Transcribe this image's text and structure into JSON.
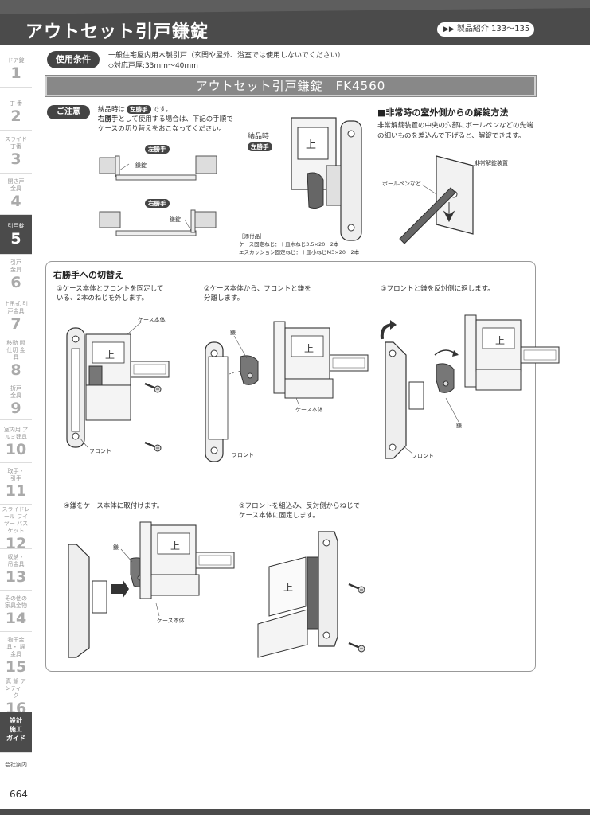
{
  "header": {
    "title": "アウトセット引戸鎌錠",
    "link": "製品紹介 133〜135"
  },
  "sidebar": {
    "items": [
      {
        "label": "ドア錠",
        "num": "1"
      },
      {
        "label": "丁 番",
        "num": "2"
      },
      {
        "label": "スライド 丁番",
        "num": "3"
      },
      {
        "label": "開き戸 金具",
        "num": "4"
      },
      {
        "label": "引戸錠",
        "num": "5"
      },
      {
        "label": "引戸 金具",
        "num": "6"
      },
      {
        "label": "上吊式 引戸金具",
        "num": "7"
      },
      {
        "label": "移動 間仕切 金具",
        "num": "8"
      },
      {
        "label": "折戸 金具",
        "num": "9"
      },
      {
        "label": "室内用 アルミ建具",
        "num": "10"
      },
      {
        "label": "取手・ 引手",
        "num": "11"
      },
      {
        "label": "スライドレール ワイヤー バスケット",
        "num": "12"
      },
      {
        "label": "収納・ 吊金具",
        "num": "13"
      },
      {
        "label": "その他の 家具金物",
        "num": "14"
      },
      {
        "label": "物干金具・ 謡金具",
        "num": "15"
      },
      {
        "label": "真 鍮 アンティーク",
        "num": "16"
      }
    ],
    "design_label": "設計 施工 ガイド",
    "company_label": "会社案内"
  },
  "page_number": "664",
  "conditions": {
    "badge": "使用条件",
    "line1": "一般住宅屋内用木製引戸（玄関や屋外、浴室では使用しないでください）",
    "line2": "◇対応戸厚:33mm〜40mm"
  },
  "product_bar": "アウトセット引戸鎌錠　FK4560",
  "caution": {
    "badge": "ご注意",
    "line1_a": "納品時は",
    "line1_pill": "左勝手",
    "line1_b": "です。",
    "line2_bold": "右勝手",
    "line2_rest": "として使用する場合は、下記の手順で",
    "line3": "ケースの切り替えをおこなってください。",
    "left_pill": "左勝手",
    "right_pill": "右勝手",
    "label_lock": "鎌錠",
    "delivery_label": "納品時",
    "delivery_pill": "左勝手",
    "accessories_title": "［添付品］",
    "accessories_1": "ケース固定ねじ：＋皿木ねじ3.5×20　2本",
    "accessories_2": "エスカッション固定ねじ：＋皿小ねじM3×20　2本"
  },
  "emergency": {
    "title": "■非常時の室外側からの解錠方法",
    "text": "非常解錠装置の中央の穴部にボールペンなどの先端の細いものを差込んで下げると、解錠できます。",
    "label_device": "非常解錠装置",
    "label_pen": "ボールペンなど"
  },
  "switch": {
    "title": "右勝手への切替え",
    "step1": "①ケース本体とフロントを固定して　 いる、2本のねじを外します。",
    "step2": "②ケース本体から、フロントと鎌を　 分離します。",
    "step3": "③フロントと鎌を反対側に返します。",
    "step4": "④鎌をケース本体に取付けます。",
    "step5": "⑤フロントを組込み、反対側からねじで　 ケース本体に固定します。",
    "label_case": "ケース本体",
    "label_front": "フロント",
    "label_kama": "鎌",
    "label_up": "上"
  },
  "colors": {
    "header_bg": "#4b4b4b",
    "pill_bg": "#444444",
    "product_bar": "#888888"
  }
}
